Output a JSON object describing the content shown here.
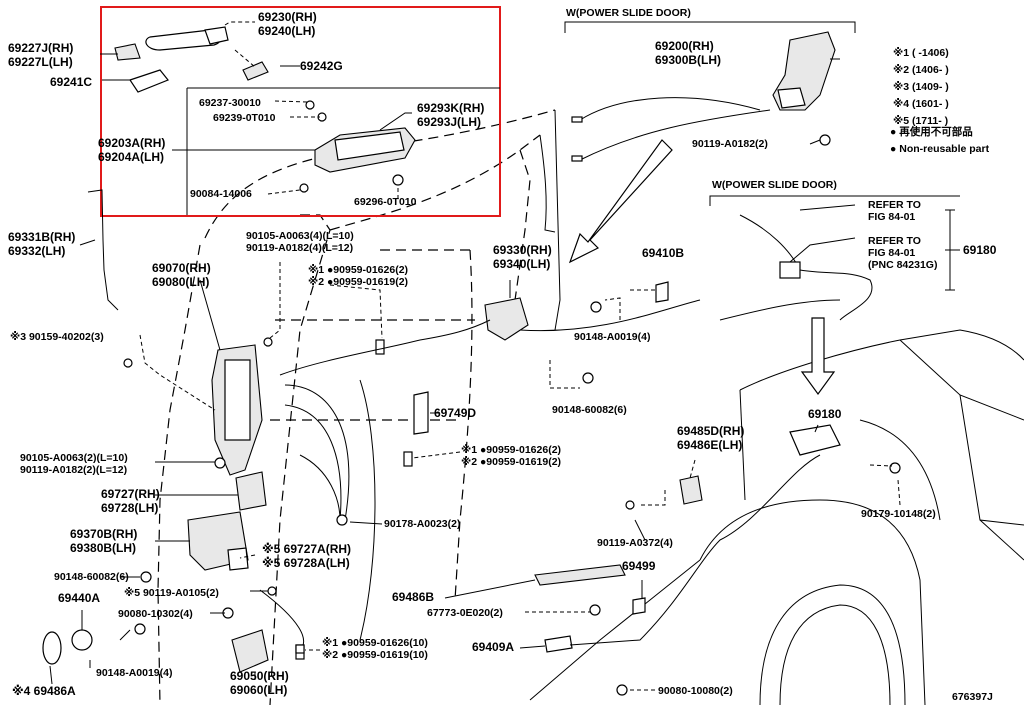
{
  "title_power1": "W(POWER SLIDE DOOR)",
  "title_power2": "W(POWER SLIDE DOOR)",
  "fig_code": "676397J",
  "legend": {
    "r1": "※1 (    -1406)",
    "r2": "※2 (1406-    )",
    "r3": "※3 (1409-    )",
    "r4": "※4 (1601-    )",
    "r5": "※5 (1711-    )",
    "jp": "● 再使用不可部品",
    "en": "● Non-reusable part"
  },
  "labels": {
    "l69227": [
      "69227J(RH)",
      "69227L(LH)"
    ],
    "l69241": [
      "69241C"
    ],
    "l69230": [
      "69230(RH)",
      "69240(LH)"
    ],
    "l69242": [
      "69242G"
    ],
    "l69237": [
      "69237-30010"
    ],
    "l69239": [
      "69239-0T010"
    ],
    "l69293": [
      "69293K(RH)",
      "69293J(LH)"
    ],
    "l69203": [
      "69203A(RH)",
      "69204A(LH)"
    ],
    "l90084": [
      "90084-14006"
    ],
    "l69296": [
      "69296-0T010"
    ],
    "l69200": [
      "69200(RH)",
      "69300B(LH)"
    ],
    "l90119a": [
      "90119-A0182(2)"
    ],
    "l69331": [
      "69331B(RH)",
      "69332(LH)"
    ],
    "l90105a": [
      "90105-A0063(4)(L=10)",
      "90119-A0182(4)(L=12)"
    ],
    "l69070": [
      "69070(RH)",
      "69080(LH)"
    ],
    "l90959a": [
      "※1 ●90959-01626(2)",
      "※2 ●90959-01619(2)"
    ],
    "l69330": [
      "69330(RH)",
      "69340(LH)"
    ],
    "l69410": [
      "69410B"
    ],
    "l90159": [
      "※3 90159-40202(3)"
    ],
    "l90148a": [
      "90148-A0019(4)"
    ],
    "l90148b": [
      "90148-60082(6)"
    ],
    "l69749": [
      "69749D"
    ],
    "l90105b": [
      "90105-A0063(2)(L=10)",
      "90119-A0182(2)(L=12)"
    ],
    "l90959b": [
      "※1 ●90959-01626(2)",
      "※2 ●90959-01619(2)"
    ],
    "l69727": [
      "69727(RH)",
      "69728(LH)"
    ],
    "l90178": [
      "90178-A0023(2)"
    ],
    "l69370": [
      "69370B(RH)",
      "69380B(LH)"
    ],
    "l69727a": [
      "※5 69727A(RH)",
      "※5 69728A(LH)"
    ],
    "l90148c": [
      "90148-60082(6)"
    ],
    "l90119b": [
      "※5 90119-A0105(2)"
    ],
    "l69440": [
      "69440A"
    ],
    "l90080a": [
      "90080-10302(4)"
    ],
    "l90148d": [
      "90148-A0019(4)"
    ],
    "l90959c": [
      "※1 ●90959-01626(10)",
      "※2 ●90959-01619(10)"
    ],
    "l69050": [
      "69050(RH)",
      "69060(LH)"
    ],
    "l69486a": [
      "※4 69486A"
    ],
    "l69486b": [
      "69486B"
    ],
    "l67773": [
      "67773-0E020(2)"
    ],
    "l69409": [
      "69409A"
    ],
    "l90080b": [
      "90080-10080(2)"
    ],
    "l69499": [
      "69499"
    ],
    "l69485": [
      "69485D(RH)",
      "69486E(LH)"
    ],
    "l90119c": [
      "90119-A0372(4)"
    ],
    "l69180a": [
      "69180"
    ],
    "l90179": [
      "90179-10148(2)"
    ],
    "l69180b": [
      "69180"
    ],
    "lrefer1": [
      "REFER TO",
      "FIG 84-01"
    ],
    "lrefer2": [
      "REFER TO",
      "FIG 84-01",
      "(PNC 84231G)"
    ]
  },
  "colors": {
    "highlight_box": "#e11a1a",
    "ink": "#000000"
  }
}
